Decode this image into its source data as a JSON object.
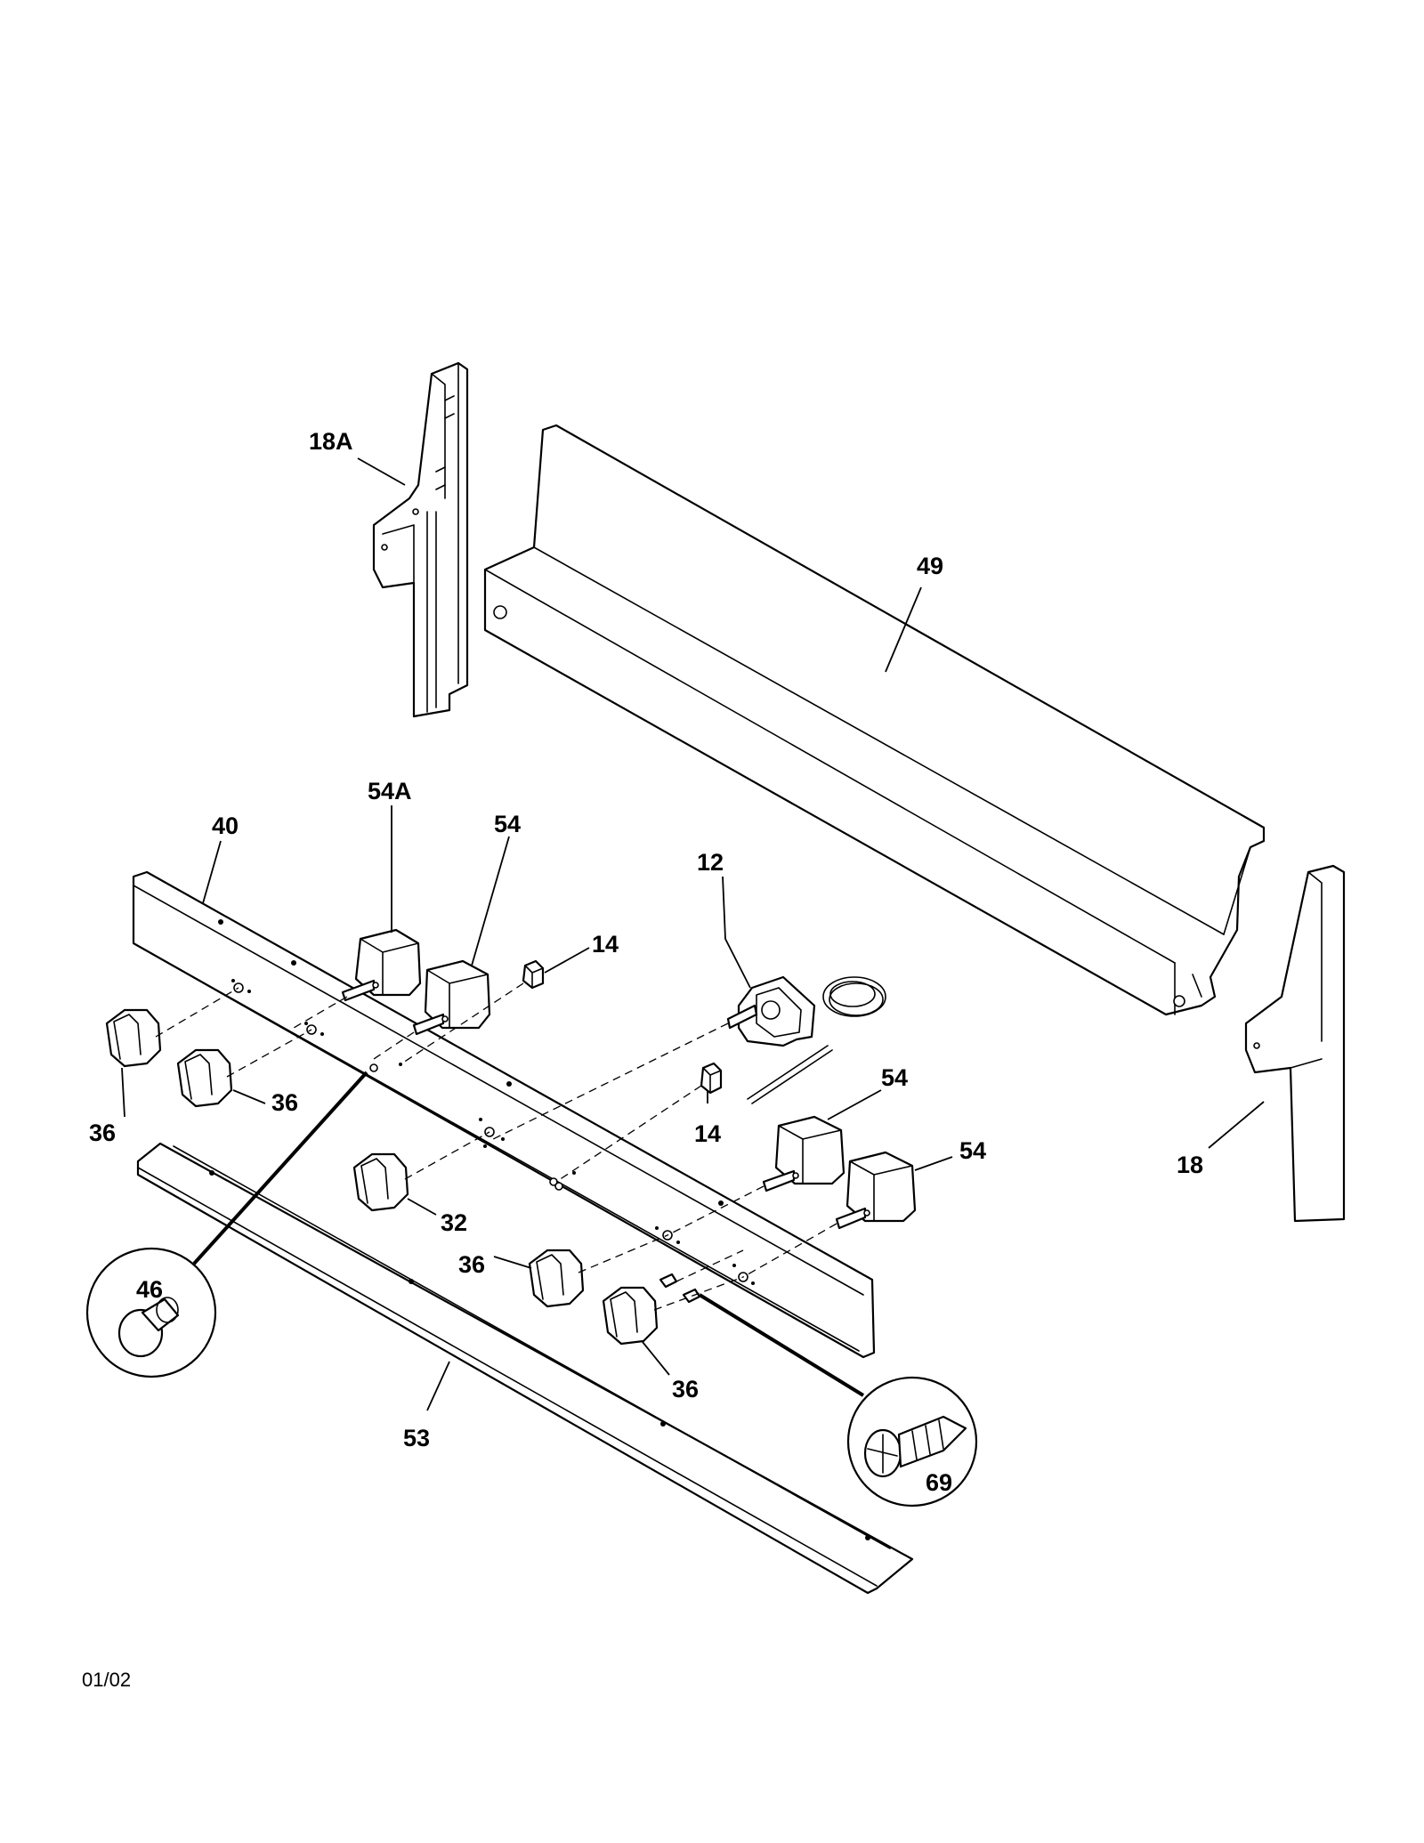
{
  "diagram": {
    "callouts": {
      "c18A": "18A",
      "c49": "49",
      "c54A": "54A",
      "c40": "40",
      "c54_top": "54",
      "c12": "12",
      "c14_top": "14",
      "c36_left": "36",
      "c36_second": "36",
      "c14_bottom": "14",
      "c54_mid": "54",
      "c54_right": "54",
      "c18": "18",
      "c46": "46",
      "c32": "32",
      "c36_mid": "36",
      "c36_lower": "36",
      "c53": "53",
      "c69": "69"
    },
    "footer_code": "01/02"
  }
}
